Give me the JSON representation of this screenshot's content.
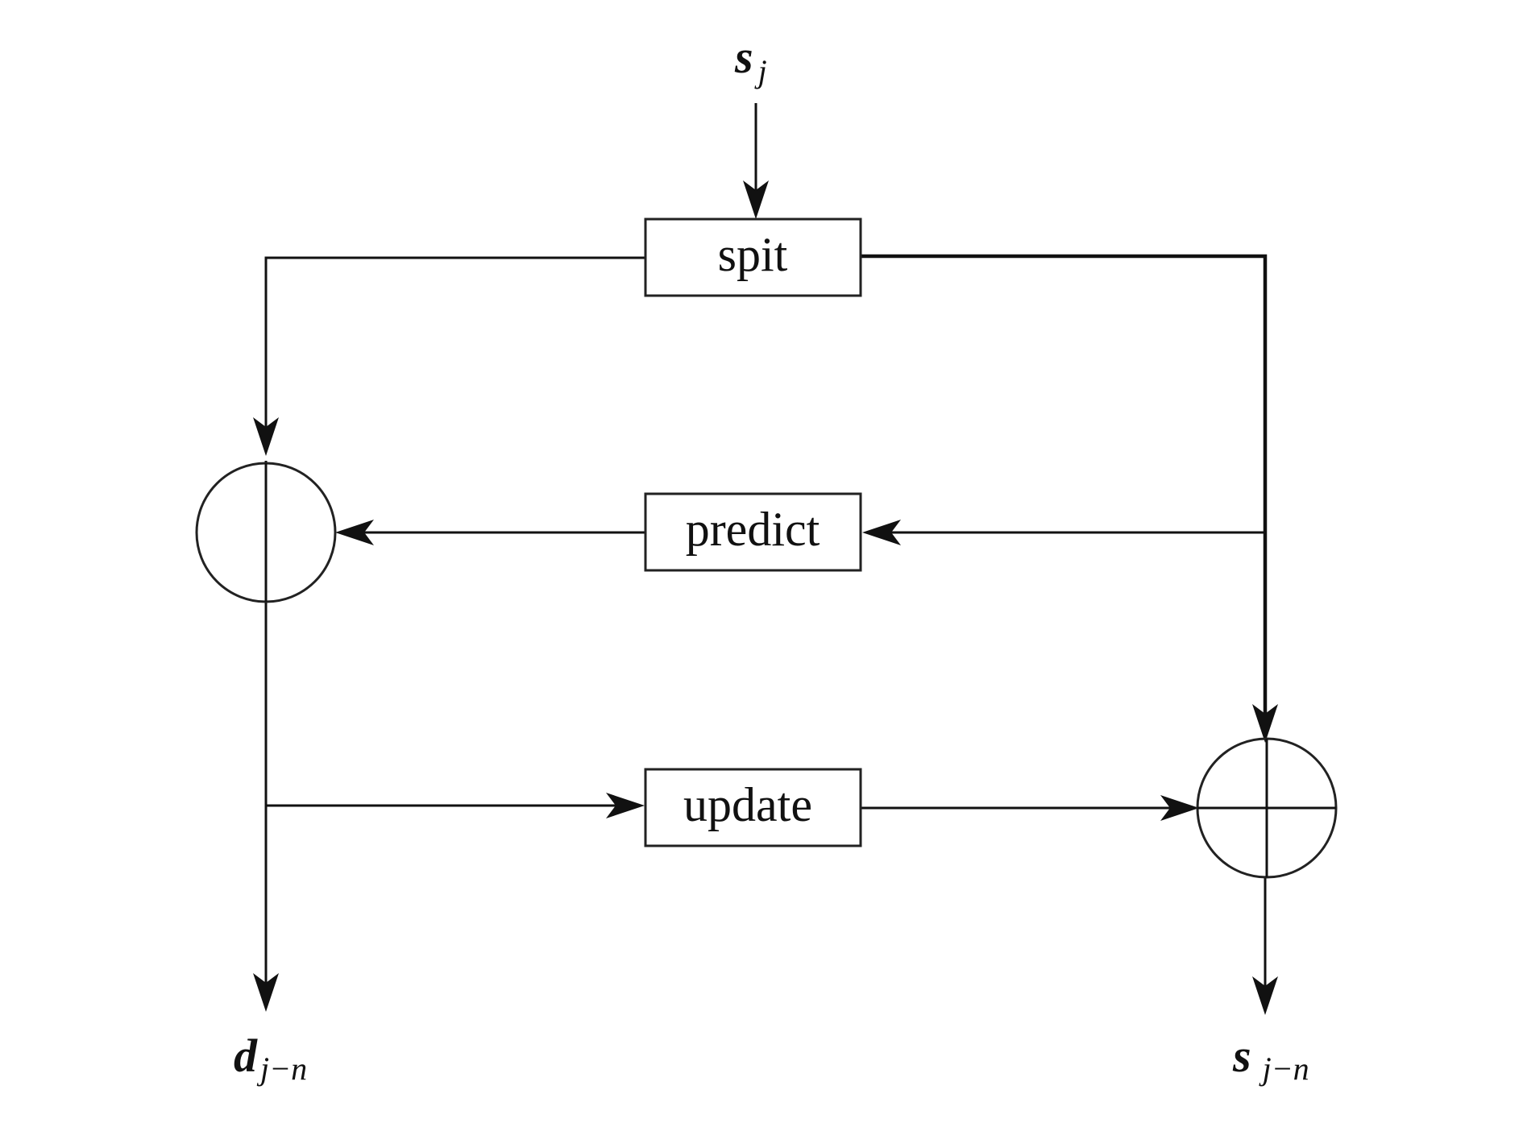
{
  "blocks": {
    "split": "spit",
    "predict": "predict",
    "update": "update"
  },
  "signals": {
    "input": {
      "symbol": "s",
      "subscript": "j"
    },
    "detail_output": {
      "symbol": "d",
      "subscript": "j−n"
    },
    "approx_output": {
      "symbol": "s",
      "subscript": "j−n"
    }
  },
  "colors": {
    "line": "#111111",
    "background": "#ffffff"
  }
}
